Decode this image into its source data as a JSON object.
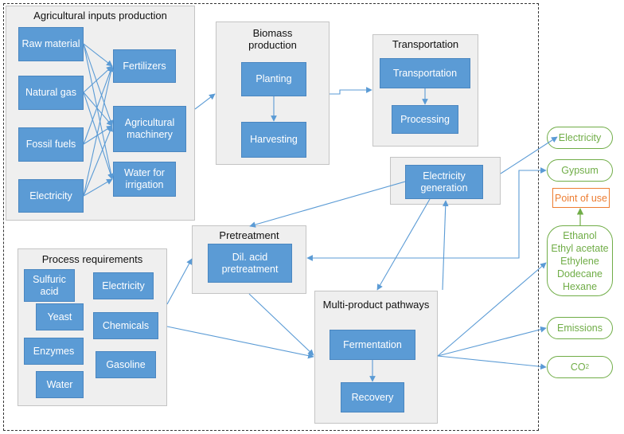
{
  "panels": {
    "agri": "Agricultural inputs production",
    "biomass": "Biomass\nproduction",
    "transport": "Transportation",
    "process": "Process requirements",
    "pretreat": "Pretreatment",
    "multi": "Multi-product pathways"
  },
  "boxes": {
    "raw_material": "Raw material",
    "natural_gas": "Natural gas",
    "fossil_fuels": "Fossil fuels",
    "electricity_in": "Electricity",
    "fertilizers": "Fertilizers",
    "agri_machinery": "Agricultural\nmachinery",
    "water_irrigation": "Water for\nirrigation",
    "planting": "Planting",
    "harvesting": "Harvesting",
    "transportation": "Transportation",
    "processing": "Processing",
    "elec_generation": "Electricity\ngeneration",
    "dil_acid": "Dil. acid\npretreatment",
    "sulfuric_acid": "Sulfuric\nacid",
    "electricity_proc": "Electricity",
    "yeast": "Yeast",
    "chemicals": "Chemicals",
    "enzymes": "Enzymes",
    "gasoline": "Gasoline",
    "water": "Water",
    "fermentation": "Fermentation",
    "recovery": "Recovery"
  },
  "outputs": {
    "electricity": "Electricity",
    "gypsum": "Gypsum",
    "point_of_use": "Point of use",
    "products": "Ethanol\nEthyl acetate\nEthylene\nDodecane\nHexane",
    "emissions": "Emissions",
    "co2": "CO",
    "co2_sub": "2"
  },
  "colors": {
    "box_fill": "#5b9bd5",
    "panel_fill": "#efefef",
    "arrow": "#5b9bd5",
    "output_green": "#70ad47",
    "point_of_use_orange": "#ed7d31"
  }
}
